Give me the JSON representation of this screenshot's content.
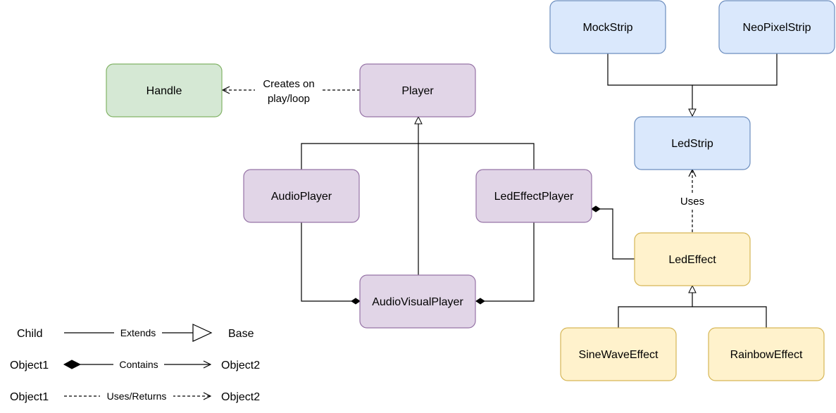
{
  "colors": {
    "blue_fill": "#dae8fc",
    "blue_stroke": "#6c8ebf",
    "purple_fill": "#e1d5e7",
    "purple_stroke": "#9673a6",
    "green_fill": "#d5e8d4",
    "green_stroke": "#82b366",
    "yellow_fill": "#fff2cc",
    "yellow_stroke": "#d6b656",
    "line": "#000000"
  },
  "nodes": {
    "mockstrip": "MockStrip",
    "neopixelstrip": "NeoPixelStrip",
    "ledstrip": "LedStrip",
    "handle": "Handle",
    "player": "Player",
    "audioplayer": "AudioPlayer",
    "ledeffectplayer": "LedEffectPlayer",
    "audiovisualplayer": "AudioVisualPlayer",
    "ledeffect": "LedEffect",
    "sinewaveeffect": "SineWaveEffect",
    "rainboweffect": "RainbowEffect"
  },
  "edges": {
    "creates_line1": "Creates on",
    "creates_line2": "play/loop",
    "uses": "Uses"
  },
  "legend": {
    "extends": {
      "left": "Child",
      "middle": "Extends",
      "right": "Base"
    },
    "contains": {
      "left": "Object1",
      "middle": "Contains",
      "right": "Object2"
    },
    "uses_returns": {
      "left": "Object1",
      "middle": "Uses/Returns",
      "right": "Object2"
    }
  }
}
